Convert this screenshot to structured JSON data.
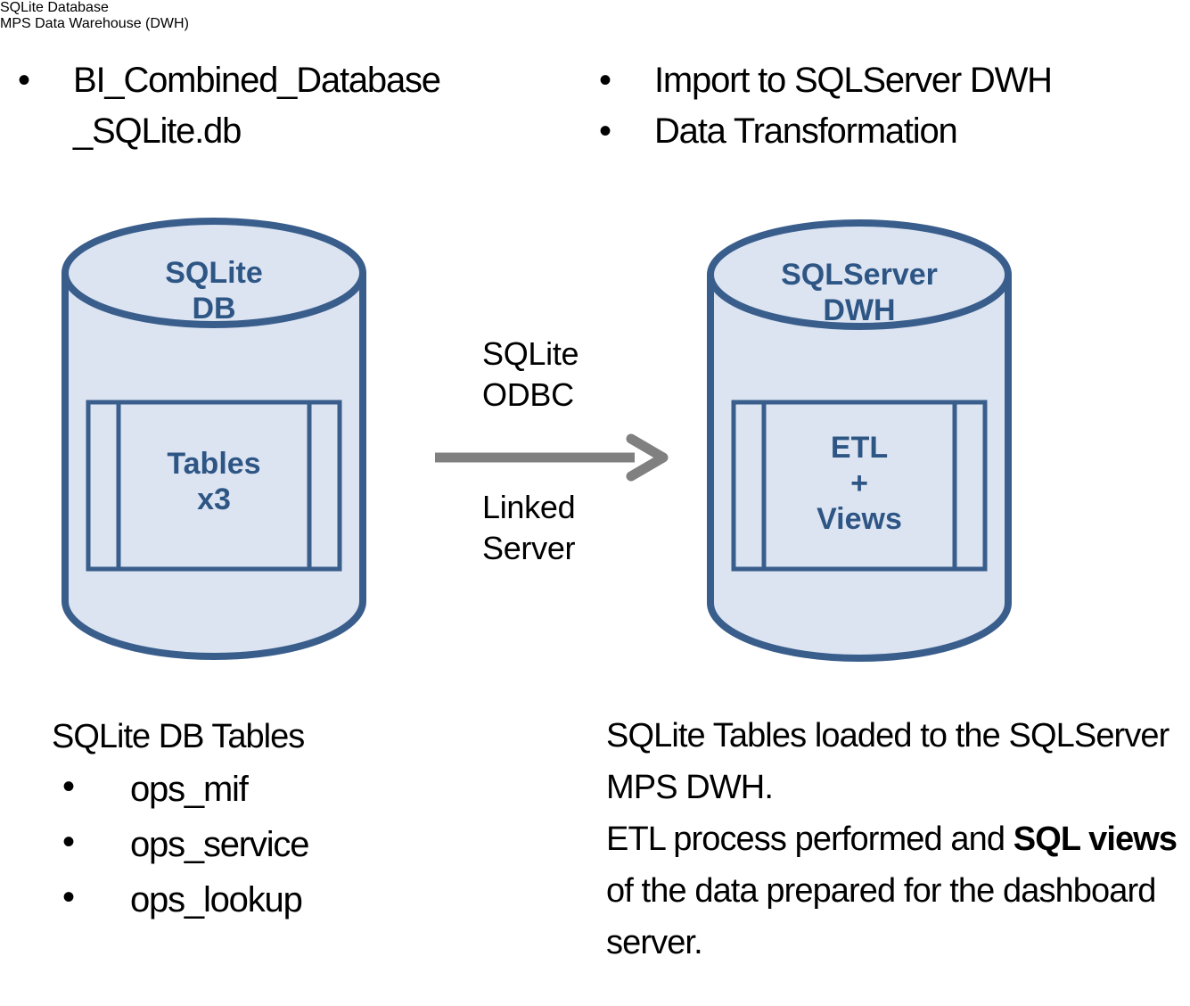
{
  "colors": {
    "heading_blue": "#3E6597",
    "cylinder_fill": "#DCE4F2",
    "cylinder_stroke": "#3A5E8C",
    "label_blue": "#2E5685",
    "arrow_gray": "#808080",
    "body_black": "#000000"
  },
  "left_section": {
    "heading": "SQLite Database",
    "bullets": [
      "BI_Combined_Database\n_SQLite.db"
    ],
    "bullet_glyph": "•"
  },
  "right_section": {
    "heading": "MPS Data Warehouse (DWH)",
    "bullets": [
      "Import to SQLServer DWH",
      "Data Transformation"
    ],
    "bullet_glyph": "•"
  },
  "left_cylinder": {
    "top_label": "SQLite\nDB",
    "inner_label": "Tables\nx3"
  },
  "right_cylinder": {
    "top_label": "SQLServer\nDWH",
    "inner_label": "ETL\n+\nViews"
  },
  "connector": {
    "label_above": "SQLite\nODBC",
    "label_below": "Linked\nServer",
    "direction": "left-to-right"
  },
  "bottom_left": {
    "title": "SQLite DB Tables",
    "bullet_glyph": "•",
    "items": [
      "ops_mif",
      "ops_service",
      "ops_lookup"
    ]
  },
  "bottom_right": {
    "paragraph_parts": [
      {
        "text": "SQLite Tables loaded to the SQLServer MPS DWH.\nETL process performed and ",
        "bold": false
      },
      {
        "text": "SQL views",
        "bold": true
      },
      {
        "text": " of the data prepared for the dashboard server.",
        "bold": false
      }
    ],
    "plain_text": "SQLite Tables loaded to the SQLServer MPS DWH.\nETL process performed and SQL views of the data prepared for the dashboard server."
  }
}
